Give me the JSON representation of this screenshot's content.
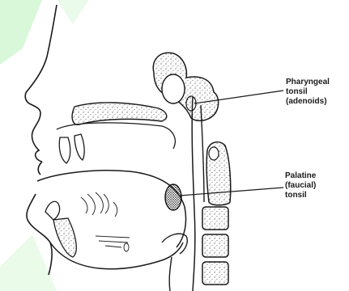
{
  "labels": {
    "pharyngeal": [
      "Pharyngeal",
      "tonsil",
      "(adenoids)"
    ],
    "palatine": [
      "Palatine",
      "(faucial)",
      "tonsil"
    ]
  },
  "colors": {
    "background": "#ffffff",
    "watermark": "#c9f5c9",
    "ink": "#1a1a1a",
    "stipple": "#3a3a3a"
  }
}
